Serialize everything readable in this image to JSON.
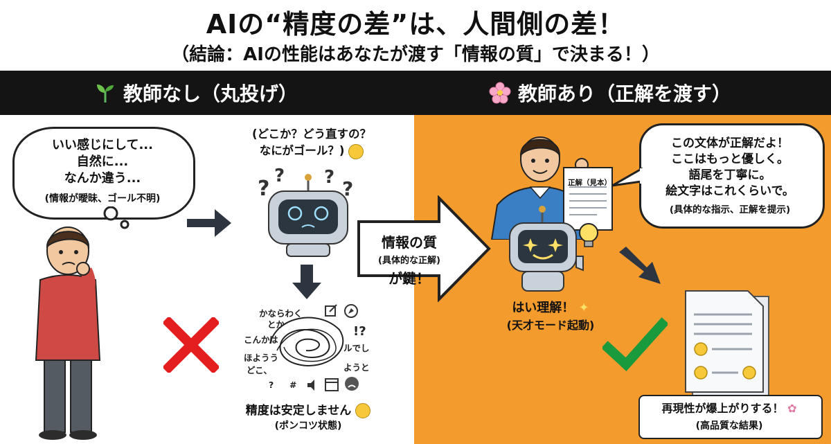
{
  "header": {
    "title": "AIの“精度の差”は、人間側の差！",
    "subtitle": "（結論：AIの性能はあなたが渡す「情報の質」で決まる！）"
  },
  "left": {
    "label": "教師なし（丸投げ）",
    "icon": "sprout-icon",
    "thought_lines": [
      "いい感じにして...",
      "自然に...",
      "なんか違う..."
    ],
    "thought_note": "(情報が曖昧、ゴール不明)",
    "robot_question": [
      "(どこか？どう直すの？",
      "なにがゴール？)"
    ],
    "noise_words": [
      "かならわく",
      "とか",
      "こんかは",
      "ルでし",
      "ほようう",
      "どこ、",
      "ようと",
      "!?",
      "?",
      "#"
    ],
    "result": "精度は安定しません",
    "result_note": "(ポンコツ状態)"
  },
  "middle": {
    "key": "情報の質",
    "sub": "(具体的な正解)",
    "key2": "が鍵！"
  },
  "right": {
    "label": "教師あり（正解を渡す）",
    "icon": "cherry-blossom-icon",
    "speech_lines": [
      "この文体が正解だよ！",
      "ここはもっと優しく。",
      "語尾を丁寧に。",
      "絵文字はこれくらいで。"
    ],
    "speech_note": "(具体的な指示、正解を提示)",
    "doc_label": "正解（見本）",
    "robot_reply": "はい理解！",
    "robot_reply_note": "(天才モード起動)",
    "result": "再現性が爆上がりする！",
    "result_note": "(高品質な結果)"
  },
  "colors": {
    "orange": "#f39b2c",
    "band": "#141414",
    "cross": "#e41e1e",
    "check": "#1a9a3c"
  }
}
